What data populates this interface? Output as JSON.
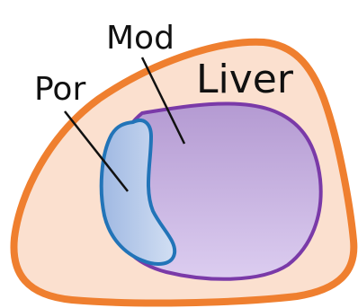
{
  "labels": {
    "organ": "Liver",
    "region_a": "Mod",
    "region_b": "Por"
  },
  "colors": {
    "organ_fill": "#fbe0cf",
    "organ_stroke": "#ef7f2f",
    "region_a_fill_top": "#b49ad2",
    "region_a_fill_bottom": "#dccdf0",
    "region_a_stroke": "#7a3aa8",
    "region_b_fill_left": "#9fb8e2",
    "region_b_fill_right": "#d2dff3",
    "region_b_stroke": "#2274b8",
    "leader_line": "#111111"
  }
}
